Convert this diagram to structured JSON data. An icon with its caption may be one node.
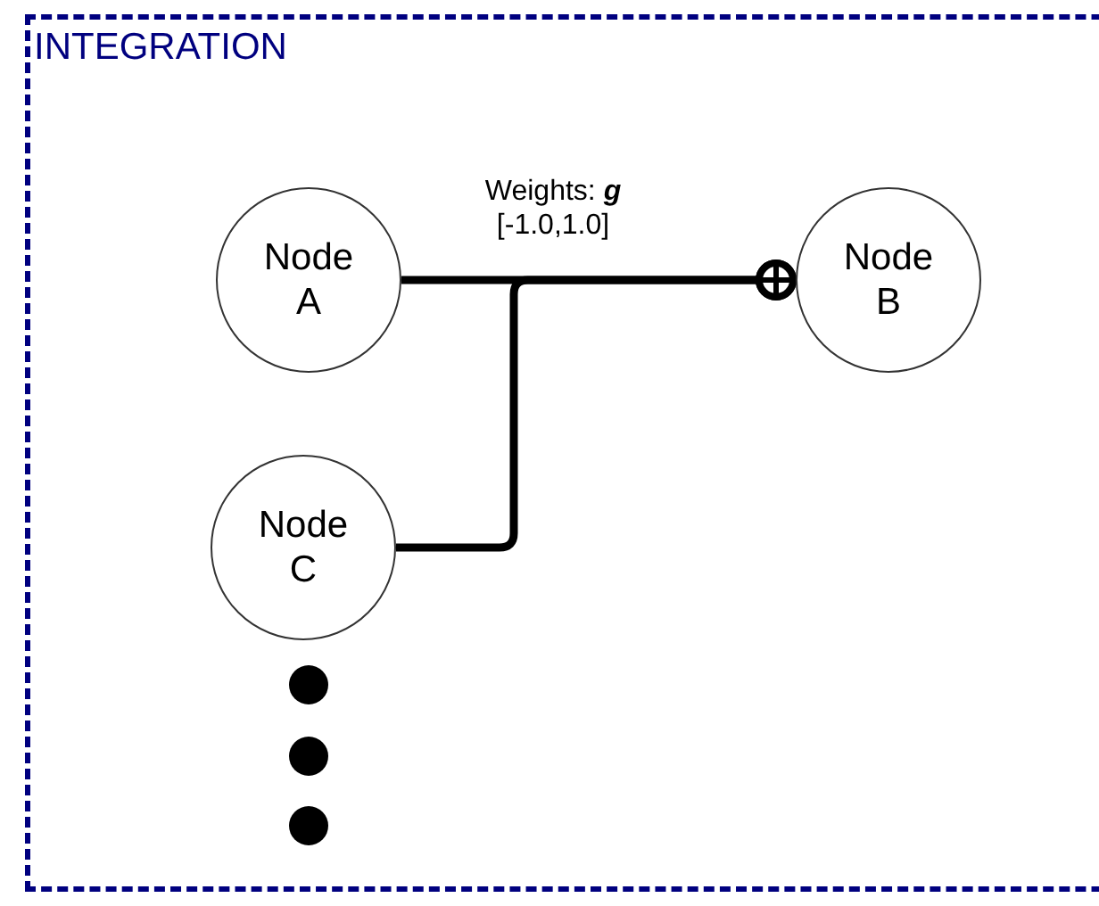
{
  "diagram": {
    "nodes": [
      {
        "text": [
          "INTEGRATION"
        ]
      },
      {
        "text": [
          "Node A"
        ],
        "in": 0
      },
      {
        "text": [
          "Node B"
        ],
        "in": 0
      },
      {
        "text": [
          "Node C"
        ],
        "in": 0
      }
    ],
    "edges": [
      {
        "from": 1,
        "to": 2,
        "arrow": "other",
        "label": "Weights: **g** [-1.0,1.0]"
      },
      {
        "from": 3,
        "to": 2,
        "arrow": "other"
      }
    ]
  }
}
